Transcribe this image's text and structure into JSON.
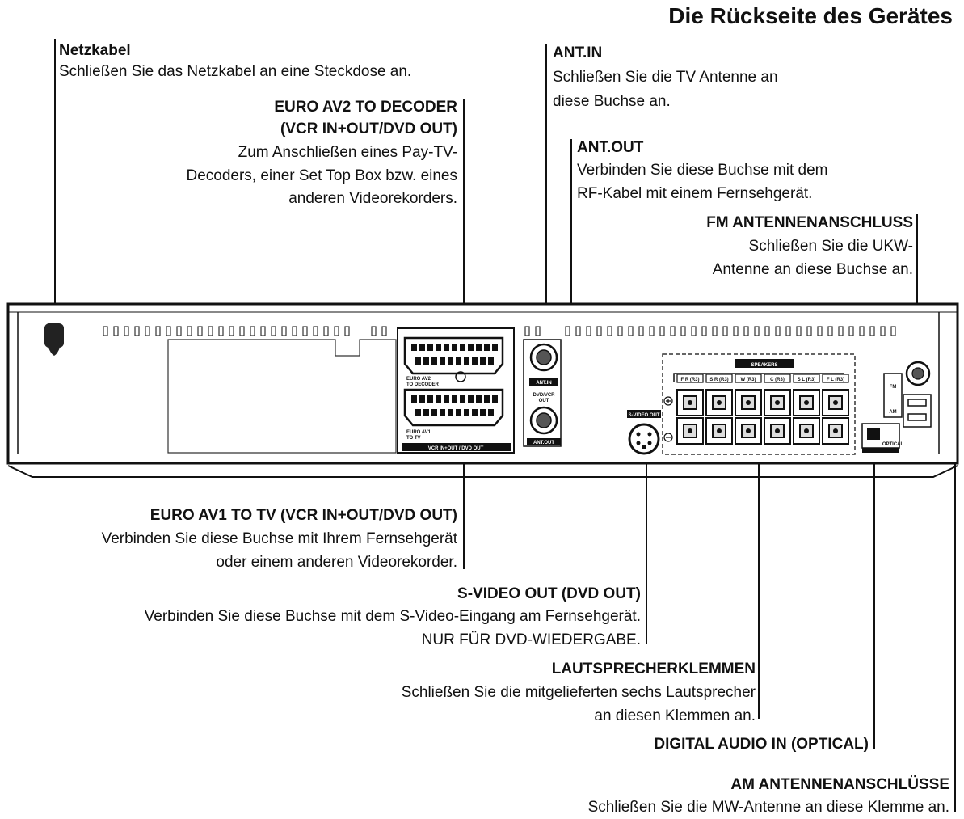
{
  "title": "Die Rückseite des Gerätes",
  "callouts": {
    "netzkabel": {
      "heading": "Netzkabel",
      "lines": [
        "Schließen Sie das Netzkabel an eine Steckdose an."
      ]
    },
    "euro_av2": {
      "heading_lines": [
        "EURO AV2 TO DECODER",
        "(VCR IN+OUT/DVD OUT)"
      ],
      "lines": [
        "Zum Anschließen eines Pay-TV-",
        "Decoders, einer Set Top Box bzw. eines",
        "anderen Videorekorders."
      ]
    },
    "ant_in": {
      "heading": "ANT.IN",
      "lines": [
        "Schließen Sie die TV Antenne an",
        "diese Buchse an."
      ]
    },
    "ant_out": {
      "heading": "ANT.OUT",
      "lines": [
        "Verbinden Sie diese Buchse mit dem",
        "RF-Kabel mit einem Fernsehgerät."
      ]
    },
    "fm": {
      "heading": "FM ANTENNENANSCHLUSS",
      "lines": [
        "Schließen Sie die UKW-",
        "Antenne an diese Buchse an."
      ]
    },
    "euro_av1": {
      "heading": "EURO AV1 TO TV (VCR IN+OUT/DVD OUT)",
      "lines": [
        "Verbinden Sie diese Buchse mit Ihrem Fernsehgerät",
        "oder einem anderen Videorekorder."
      ]
    },
    "svideo": {
      "heading": "S-VIDEO OUT (DVD OUT)",
      "lines": [
        "Verbinden Sie diese Buchse mit dem S-Video-Eingang am Fernsehgerät.",
        "NUR FÜR DVD-WIEDERGABE."
      ]
    },
    "speakers": {
      "heading": "LAUTSPRECHERKLEMMEN",
      "lines": [
        "Schließen Sie die mitgelieferten sechs Lautsprecher",
        "an diesen Klemmen an."
      ]
    },
    "optical": {
      "heading": "DIGITAL AUDIO IN (OPTICAL)"
    },
    "am": {
      "heading": "AM ANTENNENANSCHLÜSSE",
      "lines": [
        "Schließen Sie die MW-Antenne an diese Klemme an."
      ]
    }
  },
  "panel_labels": {
    "euro_av2": [
      "EURO AV2",
      "TO DECODER"
    ],
    "euro_av1": [
      "EURO AV1",
      "TO TV"
    ],
    "vcr_bar": "VCR IN+OUT / DVD OUT",
    "ant_in": "ANT.IN",
    "dvd_vcr": [
      "DVD/VCR",
      "OUT"
    ],
    "ant_out": "ANT.OUT",
    "svideo": "S-VIDEO OUT",
    "speakers": "SPEAKERS",
    "channels": [
      "F R (R3)",
      "S R (R3)",
      "W (R3)",
      "C (R3)",
      "S L (R3)",
      "F L (R3)"
    ],
    "fm": "FM",
    "am": "AM",
    "optical": "OPTICAL"
  }
}
